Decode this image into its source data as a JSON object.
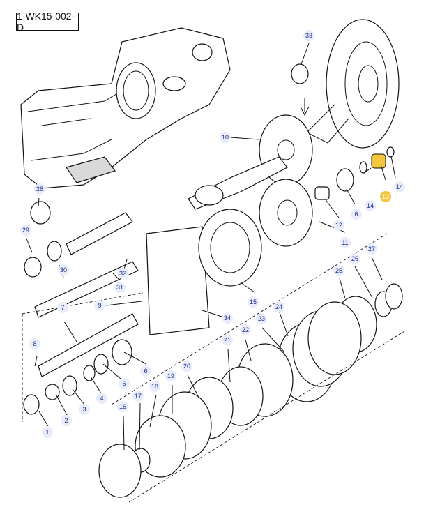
{
  "diagram_id": "1-WK15-002-D",
  "highlight_color": "#f4c63d",
  "callout_color": "#1f2f8c",
  "callouts": [
    {
      "label": "33",
      "highlighted": false
    },
    {
      "label": "10",
      "highlighted": false
    },
    {
      "label": "14",
      "highlighted": false
    },
    {
      "label": "13",
      "highlighted": true
    },
    {
      "label": "14",
      "highlighted": false
    },
    {
      "label": "6",
      "highlighted": false
    },
    {
      "label": "12",
      "highlighted": false
    },
    {
      "label": "11",
      "highlighted": false
    },
    {
      "label": "28",
      "highlighted": false
    },
    {
      "label": "29",
      "highlighted": false
    },
    {
      "label": "30",
      "highlighted": false
    },
    {
      "label": "32",
      "highlighted": false
    },
    {
      "label": "31",
      "highlighted": false
    },
    {
      "label": "9",
      "highlighted": false
    },
    {
      "label": "34",
      "highlighted": false
    },
    {
      "label": "15",
      "highlighted": false
    },
    {
      "label": "27",
      "highlighted": false
    },
    {
      "label": "26",
      "highlighted": false
    },
    {
      "label": "25",
      "highlighted": false
    },
    {
      "label": "24",
      "highlighted": false
    },
    {
      "label": "23",
      "highlighted": false
    },
    {
      "label": "22",
      "highlighted": false
    },
    {
      "label": "21",
      "highlighted": false
    },
    {
      "label": "20",
      "highlighted": false
    },
    {
      "label": "19",
      "highlighted": false
    },
    {
      "label": "18",
      "highlighted": false
    },
    {
      "label": "17",
      "highlighted": false
    },
    {
      "label": "16",
      "highlighted": false
    },
    {
      "label": "7",
      "highlighted": false
    },
    {
      "label": "8",
      "highlighted": false
    },
    {
      "label": "6",
      "highlighted": false
    },
    {
      "label": "5",
      "highlighted": false
    },
    {
      "label": "4",
      "highlighted": false
    },
    {
      "label": "3",
      "highlighted": false
    },
    {
      "label": "2",
      "highlighted": false
    },
    {
      "label": "1",
      "highlighted": false
    }
  ]
}
